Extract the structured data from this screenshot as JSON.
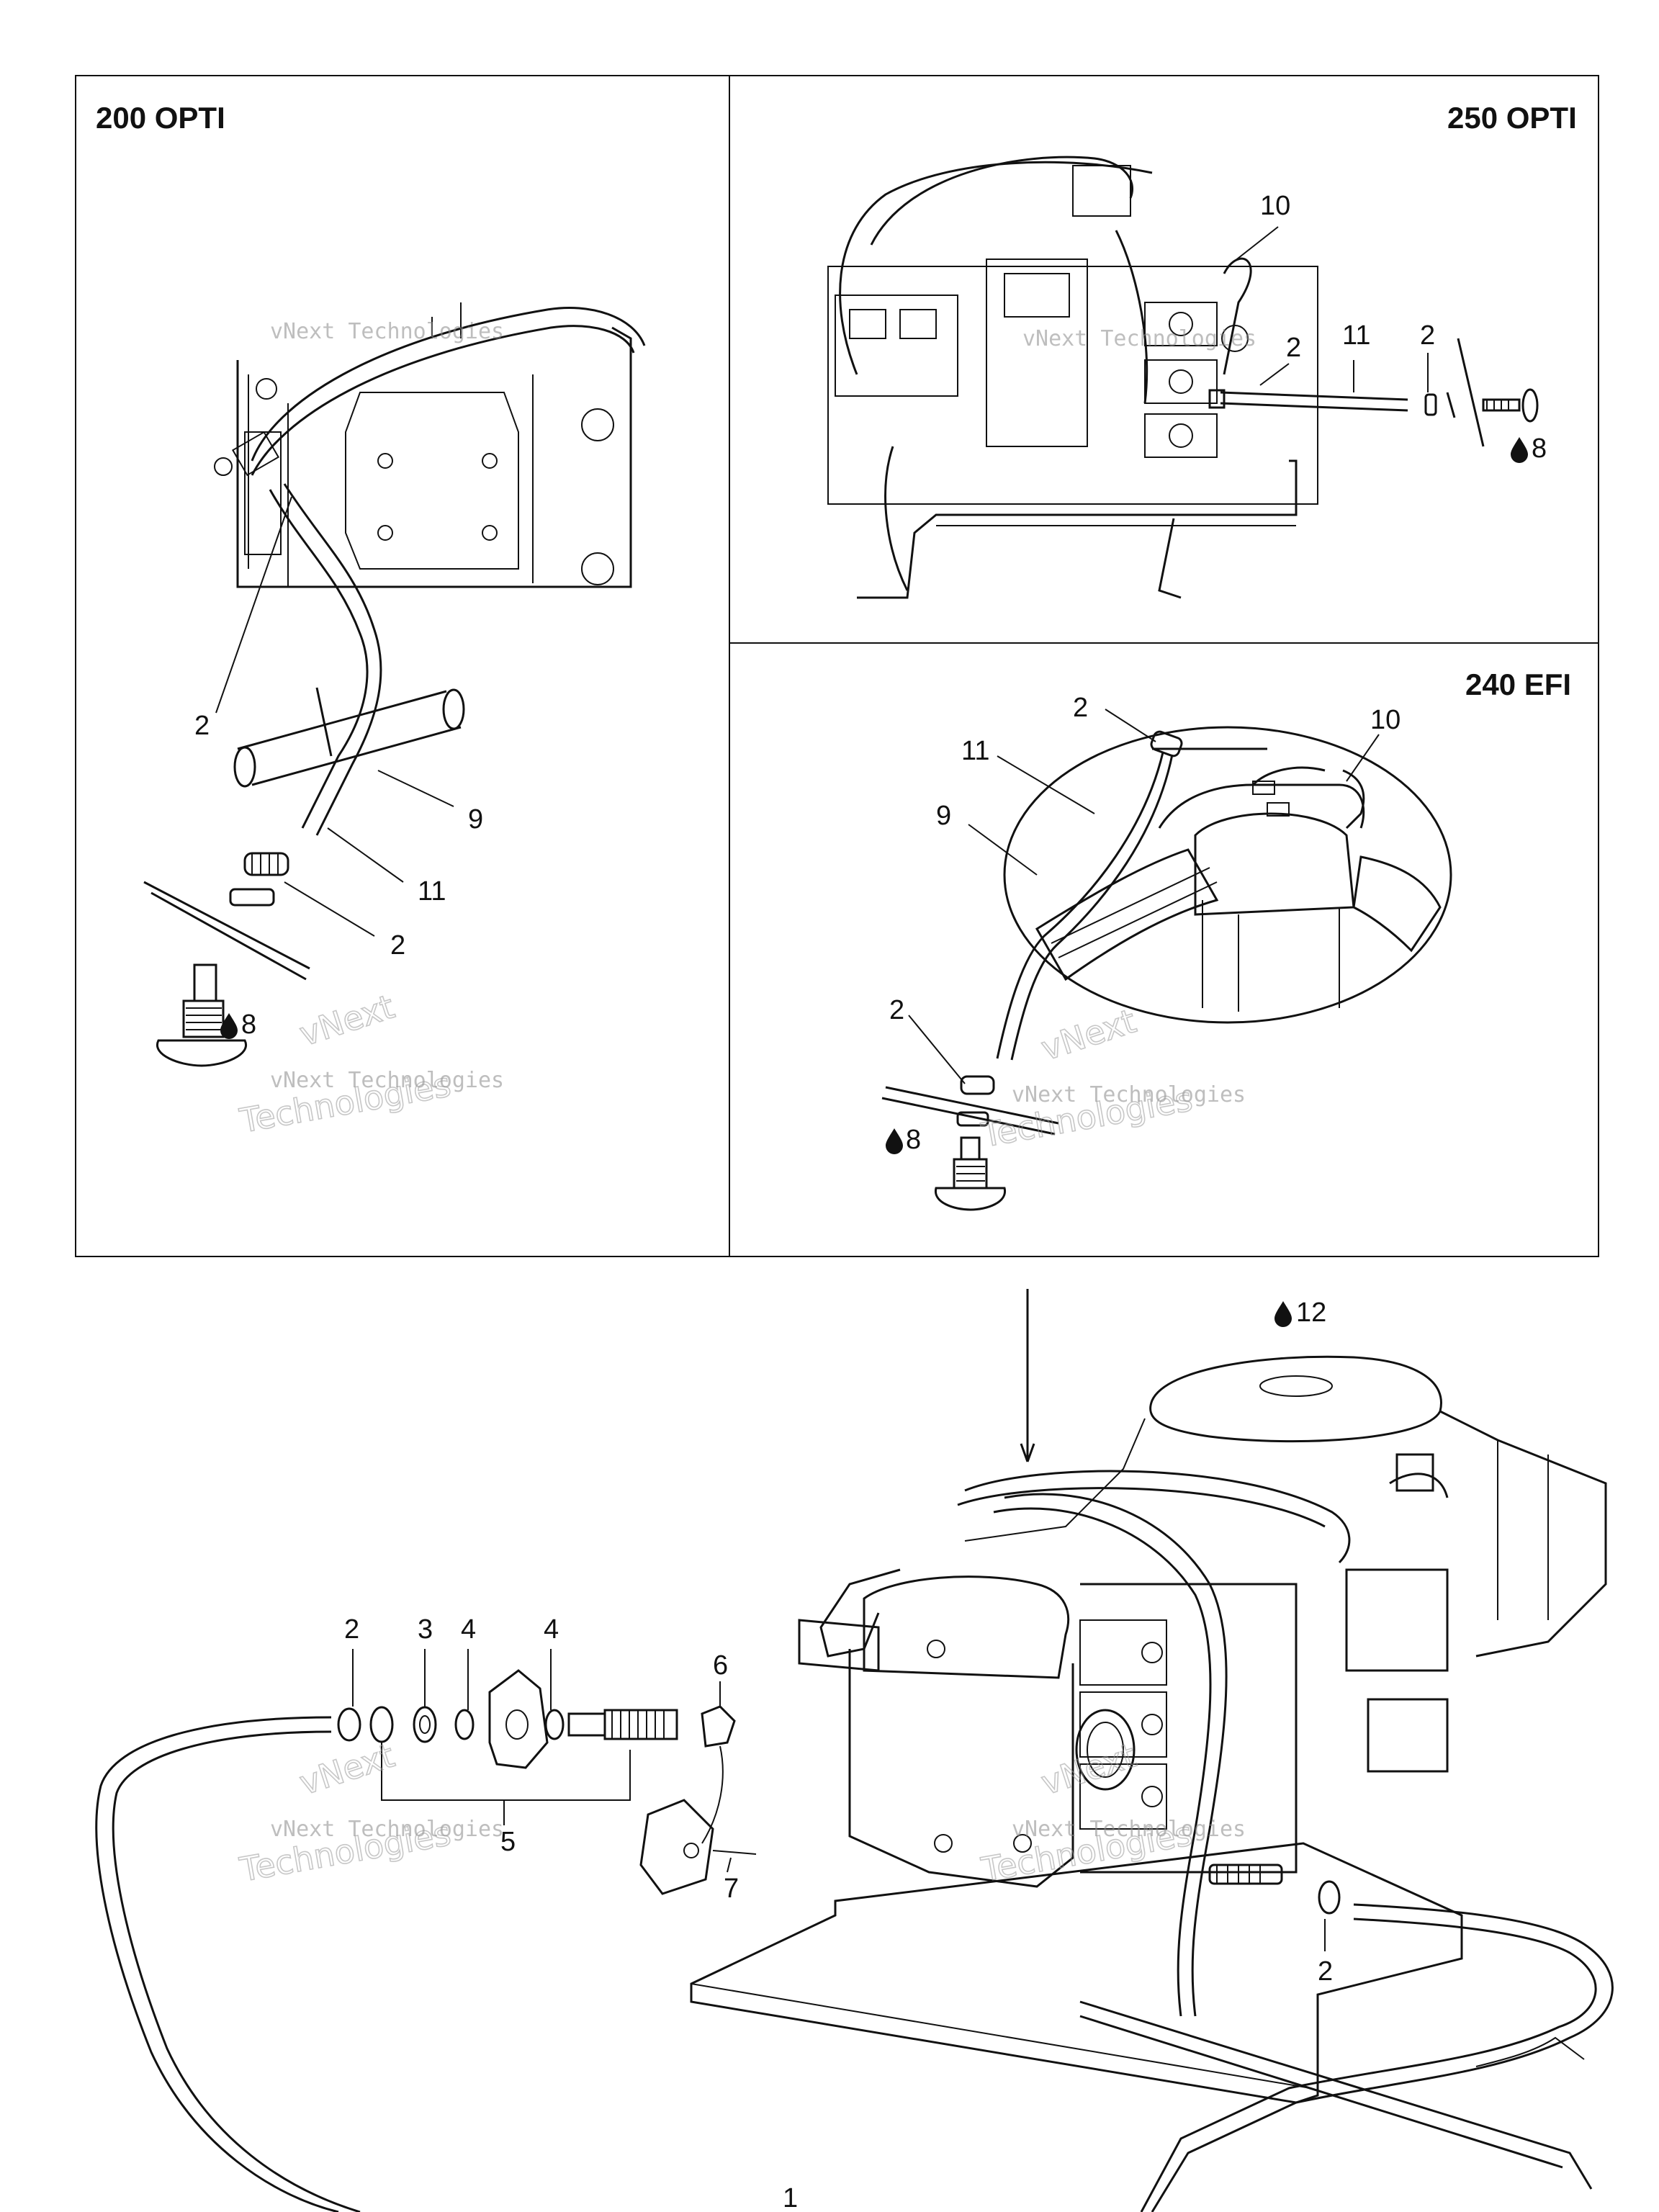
{
  "panels": {
    "p200": {
      "title": "200 OPTI"
    },
    "p250": {
      "title": "250 OPTI"
    },
    "p240": {
      "title": "240 EFI"
    }
  },
  "callouts": {
    "p200_2a": "2",
    "p200_9": "9",
    "p200_11": "11",
    "p200_2b": "2",
    "p200_8": "8",
    "p250_10": "10",
    "p250_2a": "2",
    "p250_11": "11",
    "p250_2b": "2",
    "p250_8": "8",
    "p240_2a": "2",
    "p240_11": "11",
    "p240_10": "10",
    "p240_9": "9",
    "p240_2b": "2",
    "p240_8": "8",
    "main_12": "12",
    "main_2a": "2",
    "main_3": "3",
    "main_4a": "4",
    "main_4b": "4",
    "main_6": "6",
    "main_5": "5",
    "main_7": "7",
    "main_2b": "2",
    "main_1": "1"
  },
  "watermark": {
    "line1": "vNext",
    "line2": "vNext Technologies",
    "line3": "Technologies"
  },
  "icons": {
    "lubricant": "oil-drop-icon"
  }
}
